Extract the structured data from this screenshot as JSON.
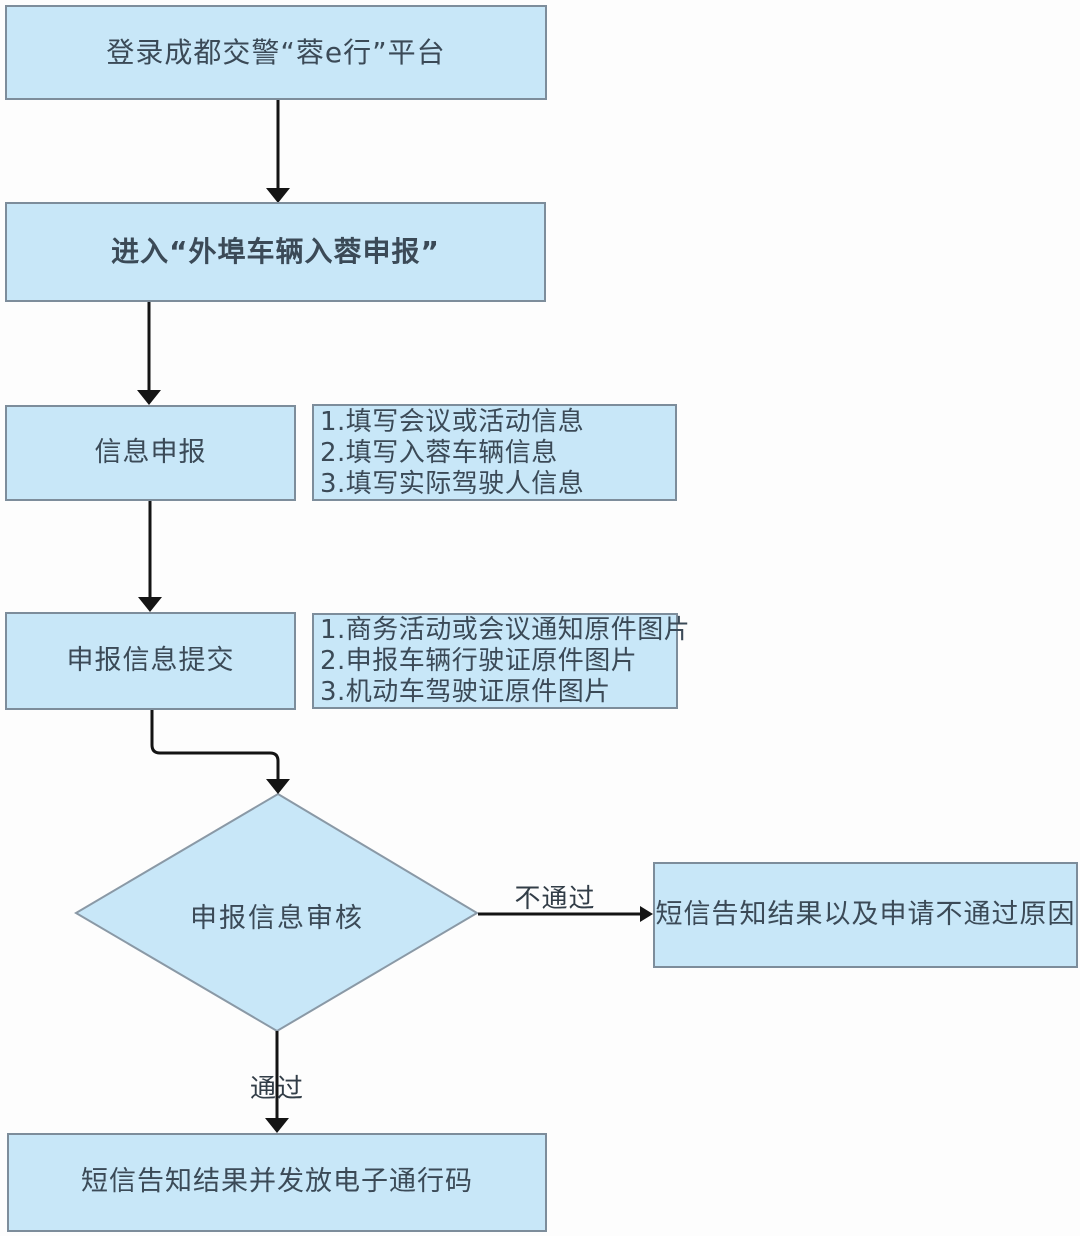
{
  "flowchart": {
    "title_hint": "外埠车辆入蓉申报流程图",
    "nodes": {
      "login": {
        "label": "登录成都交警“蓉e行”平台"
      },
      "enter": {
        "label": "进入“外埠车辆入蓉申报”"
      },
      "info": {
        "label": "信息申报"
      },
      "info_note": {
        "lines": [
          "1.填写会议或活动信息",
          "2.填写入蓉车辆信息",
          "3.填写实际驾驶人信息"
        ]
      },
      "submit": {
        "label": "申报信息提交"
      },
      "submit_note": {
        "lines": [
          "1.商务活动或会议通知原件图片",
          "2.申报车辆行驶证原件图片",
          "3.机动车驾驶证原件图片"
        ]
      },
      "review": {
        "label": "申报信息审核"
      },
      "reject": {
        "label": "短信告知结果以及申请不通过原因"
      },
      "pass": {
        "label": "短信告知结果并发放电子通行码"
      }
    },
    "edge_labels": {
      "fail": "不通过",
      "pass": "通过"
    },
    "colors": {
      "node_fill": "#c8e7f8",
      "node_border": "#7d8d9b",
      "diamond_border": "#8a99a6",
      "text": "#3b4a57",
      "arrow": "#141414",
      "background": "#fdfdfd"
    }
  }
}
